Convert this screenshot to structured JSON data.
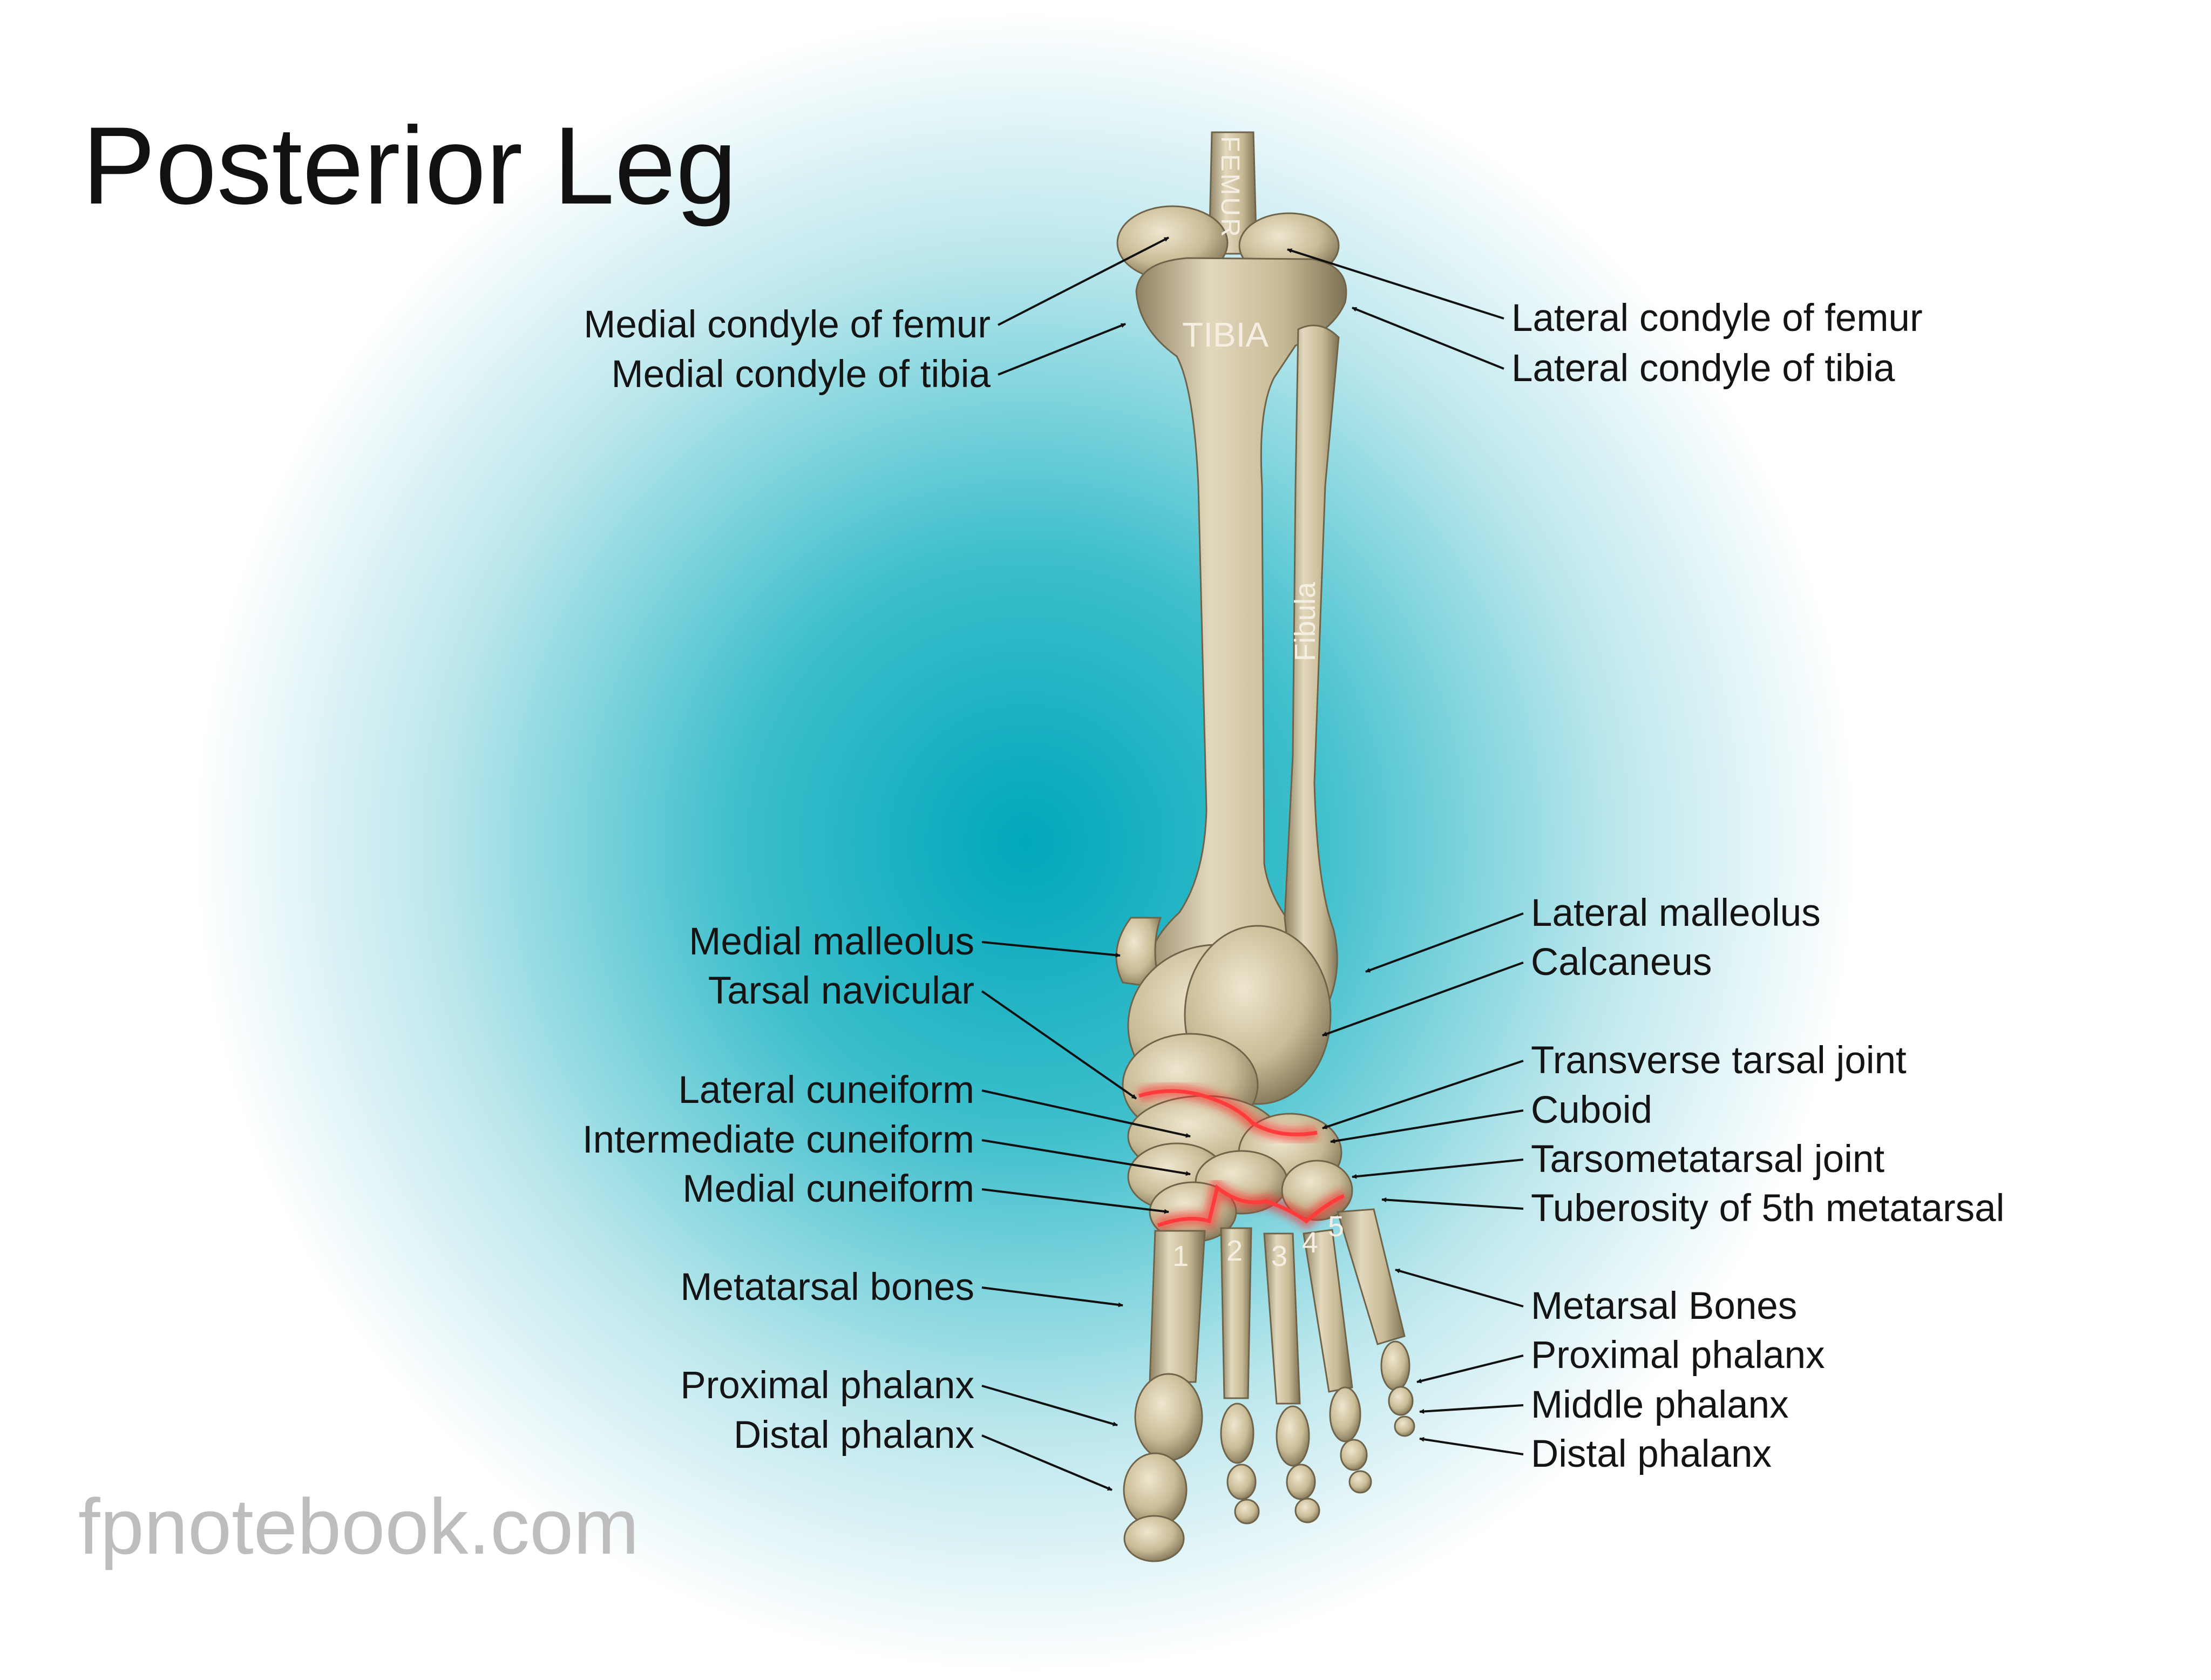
{
  "title": "Posterior Leg",
  "watermark": "fpnotebook.com",
  "colors": {
    "background_glow": "#0fb0c2",
    "bone": "#cdbf9b",
    "joint_highlight": "#ff2a2a",
    "label_text": "#141414",
    "watermark": "#bdbdbd"
  },
  "bone_labels": {
    "femur": "FEMUR",
    "tibia": "TIBIA",
    "fibula": "Fibula",
    "metatarsal_numbers": [
      "1",
      "2",
      "3",
      "4",
      "5"
    ]
  },
  "labels_left": [
    "Medial condyle of femur",
    "Medial condyle of tibia",
    "Medial malleolus",
    "Tarsal navicular",
    "Lateral cuneiform",
    "Intermediate cuneiform",
    "Medial cuneiform",
    "Metatarsal bones",
    "Proximal phalanx",
    "Distal phalanx"
  ],
  "labels_right": [
    "Lateral condyle of femur",
    "Lateral condyle of tibia",
    "Lateral malleolus",
    "Calcaneus",
    "Transverse tarsal joint",
    "Cuboid",
    "Tarsometatarsal joint",
    "Tuberosity of 5th metatarsal",
    "Metarsal Bones",
    "Proximal phalanx",
    "Middle phalanx",
    "Distal phalanx"
  ]
}
